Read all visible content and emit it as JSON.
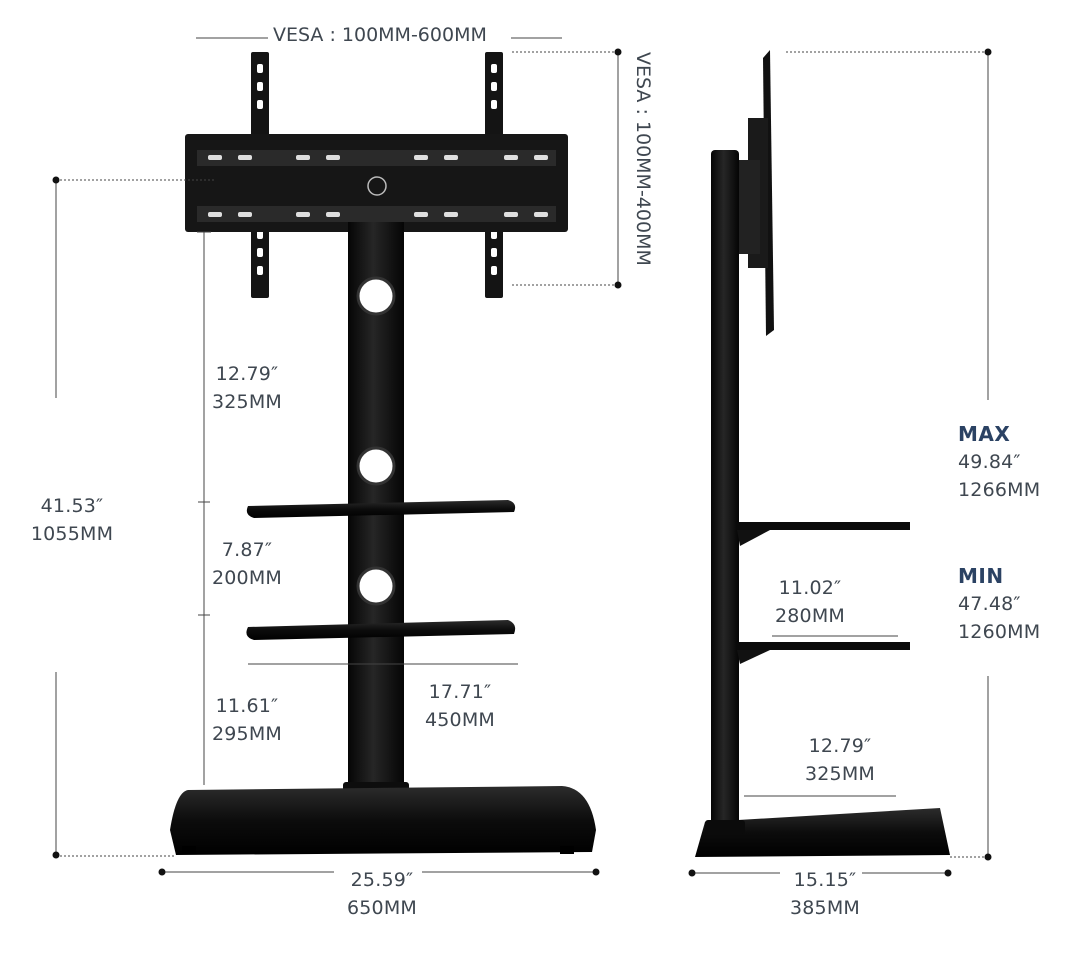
{
  "front_view": {
    "vesa_horizontal": "VESA : 100MM-600MM",
    "vesa_vertical": "VESA : 100MM-400MM",
    "total_height": {
      "inch": "41.53″",
      "mm": "1055MM"
    },
    "mount_to_shelf": {
      "inch": "12.79″",
      "mm": "325MM"
    },
    "shelf_spacing": {
      "inch": "7.87″",
      "mm": "200MM"
    },
    "shelf_to_base": {
      "inch": "11.61″",
      "mm": "295MM"
    },
    "shelf_width": {
      "inch": "17.71″",
      "mm": "450MM"
    },
    "base_width": {
      "inch": "25.59″",
      "mm": "650MM"
    }
  },
  "side_view": {
    "max_label": "MAX",
    "max_height": {
      "inch": "49.84″",
      "mm": "1266MM"
    },
    "min_label": "MIN",
    "min_height": {
      "inch": "47.48″",
      "mm": "1260MM"
    },
    "shelf_depth": {
      "inch": "11.02″",
      "mm": "280MM"
    },
    "base_depth_inner": {
      "inch": "12.79″",
      "mm": "325MM"
    },
    "base_depth": {
      "inch": "15.15″",
      "mm": "385MM"
    }
  }
}
